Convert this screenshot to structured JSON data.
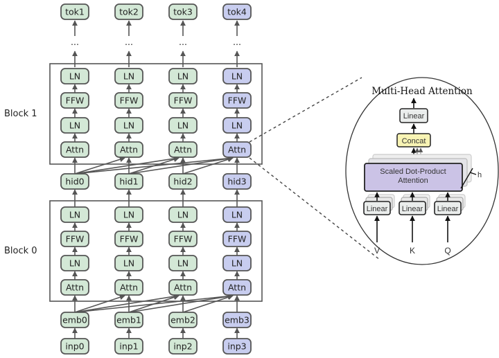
{
  "colors": {
    "green_fill": "#d3e8d6",
    "blue_fill": "#c8cdef",
    "node_stroke": "#555555",
    "edge": "#555555",
    "concat_fill": "#f8f4b4",
    "linear_fill": "#eaedec",
    "sdpa_fill": "#cbc3e6"
  },
  "columns": [
    {
      "tok": "tok1",
      "hid": "hid0",
      "emb": "emb0",
      "inp": "inp0",
      "highlight": false
    },
    {
      "tok": "tok2",
      "hid": "hid1",
      "emb": "emb1",
      "inp": "inp1",
      "highlight": false
    },
    {
      "tok": "tok3",
      "hid": "hid2",
      "emb": "emb2",
      "inp": "inp2",
      "highlight": false
    },
    {
      "tok": "tok4",
      "hid": "hid3",
      "emb": "emb3",
      "inp": "inp3",
      "highlight": true
    }
  ],
  "ellipsis": "...",
  "block_layers": [
    "LN",
    "FFW",
    "LN",
    "Attn"
  ],
  "blocks": [
    {
      "label": "Block 1"
    },
    {
      "label": "Block 0"
    }
  ],
  "mha": {
    "title": "Multi-Head Attention",
    "linear_top": "Linear",
    "concat": "Concat",
    "sdpa_line1": "Scaled Dot-Product",
    "sdpa_line2": "Attention",
    "h_label": "h",
    "linear_inputs": [
      "Linear",
      "Linear",
      "Linear"
    ],
    "inputs": [
      "V",
      "K",
      "Q"
    ]
  }
}
